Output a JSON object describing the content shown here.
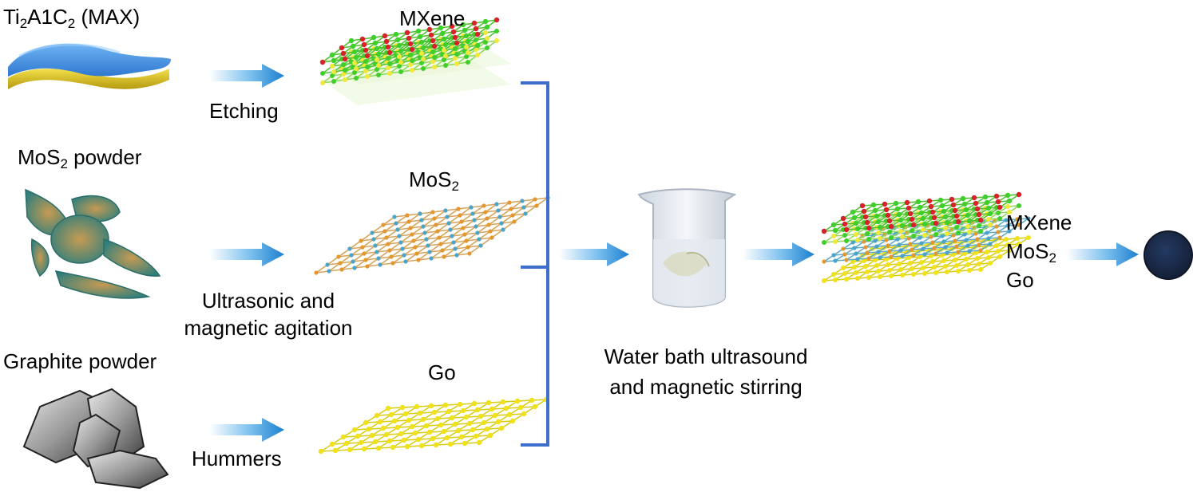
{
  "inputs": {
    "max": {
      "main": "Ti",
      "s1": "2",
      "mid": "A1C",
      "s2": "2",
      "tail": " (MAX)"
    },
    "mos2": {
      "main": "MoS",
      "sub": "2",
      "tail": " powder"
    },
    "graphite": {
      "text": "Graphite powder"
    }
  },
  "processes": {
    "etching": "Etching",
    "ultrasonic_line1": "Ultrasonic and",
    "ultrasonic_line2": "magnetic agitation",
    "hummers": "Hummers",
    "water_line1": "Water bath ultrasound",
    "water_line2": "and magnetic stirring"
  },
  "products": {
    "mxene": "MXene",
    "mos2": {
      "main": "MoS",
      "sub": "2"
    },
    "go": "Go"
  },
  "composite_legend": {
    "mxene": "MXene",
    "mos2": {
      "main": "MoS",
      "sub": "2"
    },
    "go": "Go"
  },
  "colors": {
    "arrow": "#1b7fcf",
    "bracket": "#3d6ec9",
    "max_top": "#3f8fe0",
    "max_bottom": "#e0c81d",
    "mos2_sheet": "#3d8a86",
    "graphite": "#8a8a8a",
    "final_disc": "#1c2b4a",
    "mxene_red": "#d8222a",
    "mxene_green": "#3fcf2a",
    "mxene_yellow": "#f2e83a",
    "mos2_orange": "#e2982f",
    "mos2_blue": "#4aa3c8",
    "go_yellow": "#f0e21a"
  }
}
